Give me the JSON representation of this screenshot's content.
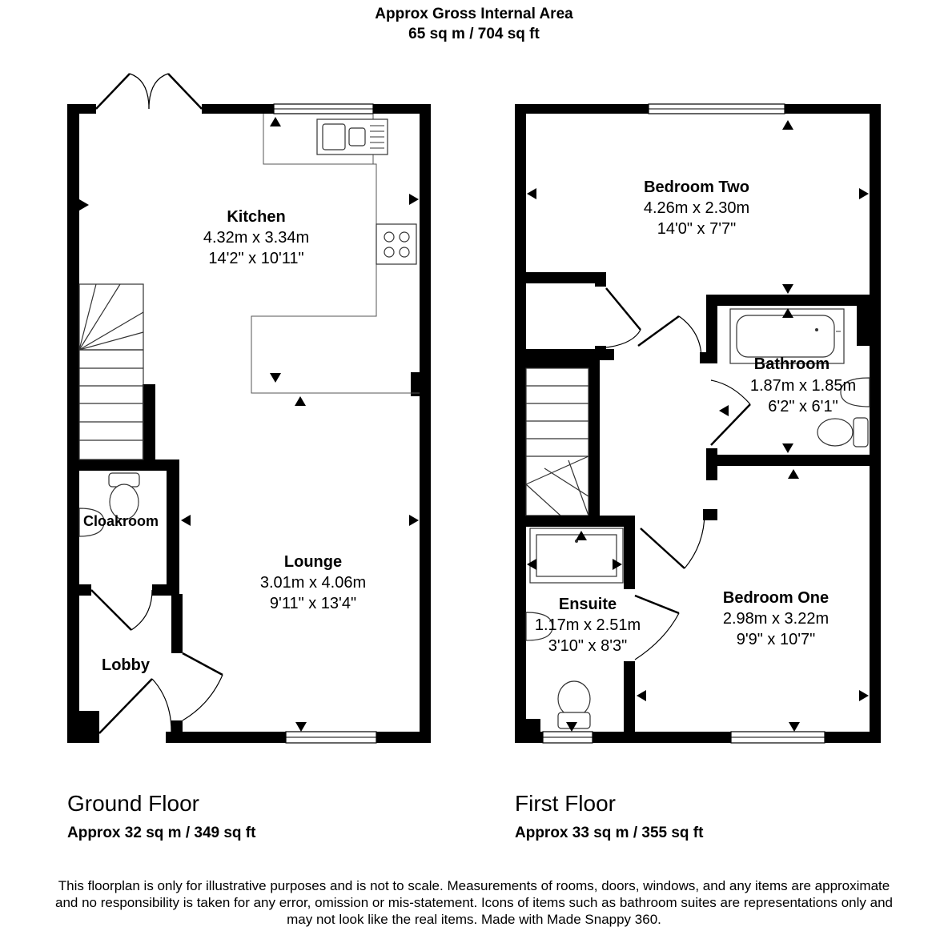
{
  "header": {
    "line1": "Approx Gross Internal Area",
    "line2": "65 sq m / 704 sq ft"
  },
  "ground_floor": {
    "name": "Ground Floor",
    "area": "Approx 32 sq m / 349 sq ft",
    "rooms": {
      "kitchen": {
        "name": "Kitchen",
        "metric": "4.32m x 3.34m",
        "imperial": "14'2\" x 10'11\""
      },
      "lounge": {
        "name": "Lounge",
        "metric": "3.01m x 4.06m",
        "imperial": "9'11\" x 13'4\""
      },
      "cloakroom": {
        "name": "Cloakroom"
      },
      "lobby": {
        "name": "Lobby"
      }
    }
  },
  "first_floor": {
    "name": "First Floor",
    "area": "Approx 33 sq m / 355 sq ft",
    "rooms": {
      "bedroom_two": {
        "name": "Bedroom Two",
        "metric": "4.26m x 2.30m",
        "imperial": "14'0\" x 7'7\""
      },
      "bathroom": {
        "name": "Bathroom",
        "metric": "1.87m x 1.85m",
        "imperial": "6'2\" x 6'1\""
      },
      "ensuite": {
        "name": "Ensuite",
        "metric": "1.17m x 2.51m",
        "imperial": "3'10\" x 8'3\""
      },
      "bedroom_one": {
        "name": "Bedroom One",
        "metric": "2.98m x 3.22m",
        "imperial": "9'9\" x 10'7\""
      }
    }
  },
  "disclaimer": {
    "line1": "This floorplan is only for illustrative purposes and is not to scale. Measurements of rooms, doors, windows, and any items are approximate",
    "line2": "and no responsibility is taken for any error, omission or mis-statement. Icons of items such as bathroom suites are representations only and",
    "line3": "may not look like the real items. Made with Made Snappy 360."
  }
}
